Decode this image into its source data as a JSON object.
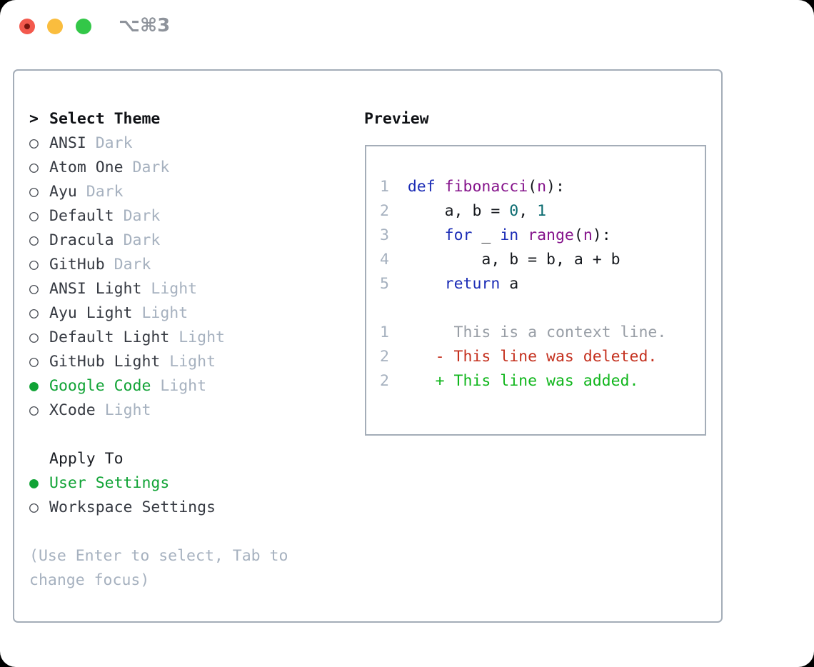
{
  "window": {
    "title": "⌥⌘3",
    "traffic_lights": [
      {
        "name": "close",
        "color": "#f3594d"
      },
      {
        "name": "minimize",
        "color": "#fabd3e"
      },
      {
        "name": "zoom",
        "color": "#33c748"
      }
    ]
  },
  "theme_list": {
    "prompt": ">",
    "header": "Select Theme",
    "items": [
      {
        "name": "ANSI",
        "variant": "Dark",
        "selected": false
      },
      {
        "name": "Atom One",
        "variant": "Dark",
        "selected": false
      },
      {
        "name": "Ayu",
        "variant": "Dark",
        "selected": false
      },
      {
        "name": "Default",
        "variant": "Dark",
        "selected": false
      },
      {
        "name": "Dracula",
        "variant": "Dark",
        "selected": false
      },
      {
        "name": "GitHub",
        "variant": "Dark",
        "selected": false
      },
      {
        "name": "ANSI Light",
        "variant": "Light",
        "selected": false
      },
      {
        "name": "Ayu Light",
        "variant": "Light",
        "selected": false
      },
      {
        "name": "Default Light",
        "variant": "Light",
        "selected": false
      },
      {
        "name": "GitHub Light",
        "variant": "Light",
        "selected": false
      },
      {
        "name": "Google Code",
        "variant": "Light",
        "selected": true
      },
      {
        "name": "XCode",
        "variant": "Light",
        "selected": false
      }
    ]
  },
  "apply_to": {
    "header": "Apply To",
    "options": [
      {
        "label": "User Settings",
        "selected": true
      },
      {
        "label": "Workspace Settings",
        "selected": false
      }
    ]
  },
  "hint": "(Use Enter to select, Tab to change focus)",
  "preview": {
    "header": "Preview",
    "code_lines": [
      {
        "no": "1",
        "tokens": [
          [
            "pl",
            "  "
          ],
          [
            "kw",
            "def"
          ],
          [
            "pl",
            " "
          ],
          [
            "fn",
            "fibonacci"
          ],
          [
            "pl",
            "("
          ],
          [
            "fn",
            "n"
          ],
          [
            "pl",
            "):"
          ]
        ]
      },
      {
        "no": "2",
        "tokens": [
          [
            "pl",
            "      a, b = "
          ],
          [
            "nu",
            "0"
          ],
          [
            "pl",
            ", "
          ],
          [
            "nu",
            "1"
          ]
        ]
      },
      {
        "no": "3",
        "tokens": [
          [
            "pl",
            "      "
          ],
          [
            "kw",
            "for"
          ],
          [
            "pl",
            " _ "
          ],
          [
            "kw",
            "in"
          ],
          [
            "pl",
            " "
          ],
          [
            "fn",
            "range"
          ],
          [
            "pl",
            "("
          ],
          [
            "fn",
            "n"
          ],
          [
            "pl",
            "):"
          ]
        ]
      },
      {
        "no": "4",
        "tokens": [
          [
            "pl",
            "          a, b = b, a + b"
          ]
        ]
      },
      {
        "no": "5",
        "tokens": [
          [
            "pl",
            "      "
          ],
          [
            "kw",
            "return"
          ],
          [
            "pl",
            " a"
          ]
        ]
      },
      {
        "no": "",
        "tokens": []
      },
      {
        "no": "1",
        "tokens": [
          [
            "ctx",
            "       This is a context line."
          ]
        ]
      },
      {
        "no": "2",
        "tokens": [
          [
            "del",
            "     - This line was deleted."
          ]
        ]
      },
      {
        "no": "2",
        "tokens": [
          [
            "add",
            "     + This line was added."
          ]
        ]
      }
    ]
  },
  "colors": {
    "border": "#a4adb8",
    "text": "#363a42",
    "muted": "#a6b1bf",
    "green": "#10a335",
    "title": "#8e939b",
    "tlreddot": "#7a150e",
    "kw": "#1c2db6",
    "fn": "#85138b",
    "num": "#0a6b70",
    "lineno": "#a6b1bf",
    "ctx": "#989ea6",
    "del": "#c4301e",
    "add": "#10b61c"
  }
}
